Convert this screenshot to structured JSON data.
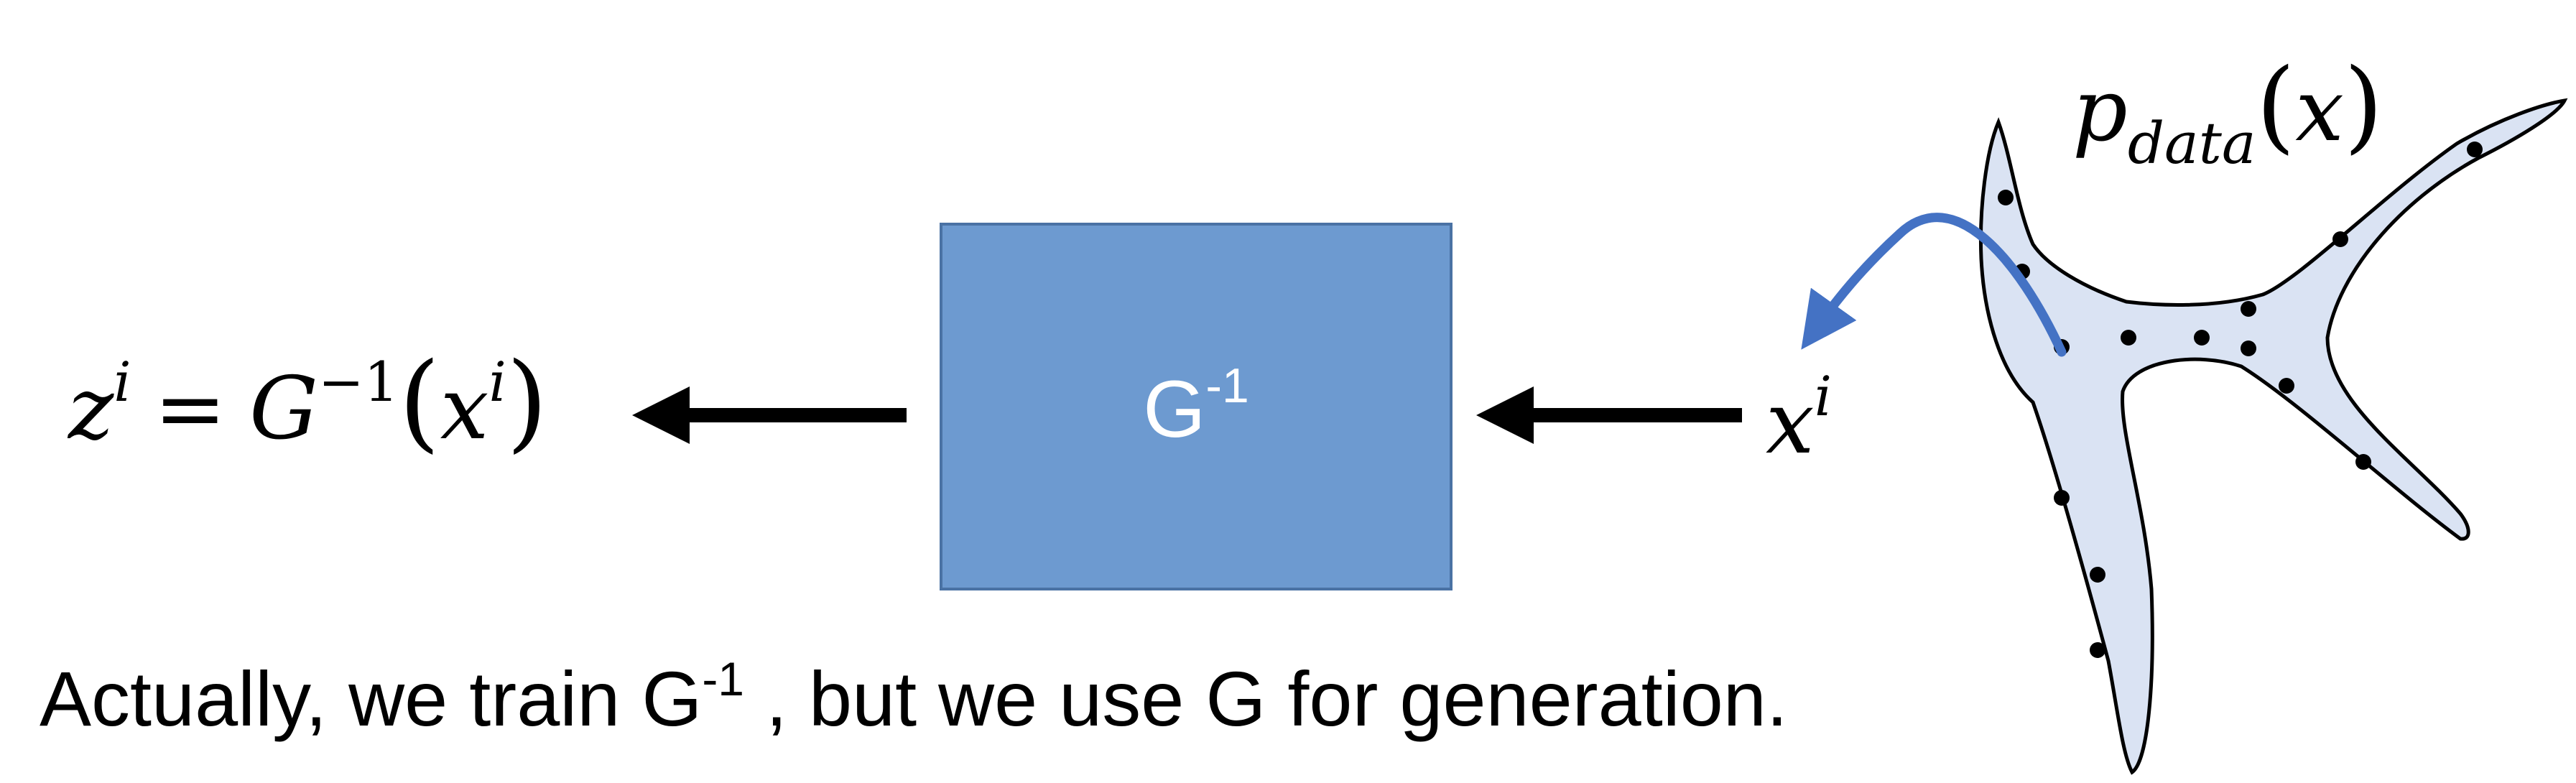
{
  "output_formula": {
    "z": "z",
    "z_sup": "i",
    "eq": "=",
    "G": "G",
    "G_sup": "−1",
    "lparen": "(",
    "x": "x",
    "x_sup": "i",
    "rparen": ")"
  },
  "box": {
    "label": "G",
    "label_sup": "-1",
    "color": "#6d9ad0",
    "border_color": "#4a72a4"
  },
  "input_label": {
    "x": "x",
    "x_sup": "i"
  },
  "distribution": {
    "p": "p",
    "subscript": "data",
    "lparen": "(",
    "var": "x",
    "rparen": ")",
    "fill_color": "#dae3f3",
    "sample_arrow_color": "#4472c4"
  },
  "caption": {
    "before": "Actually, we train G",
    "sup": "-1",
    "after": " , but we use G for generation."
  }
}
